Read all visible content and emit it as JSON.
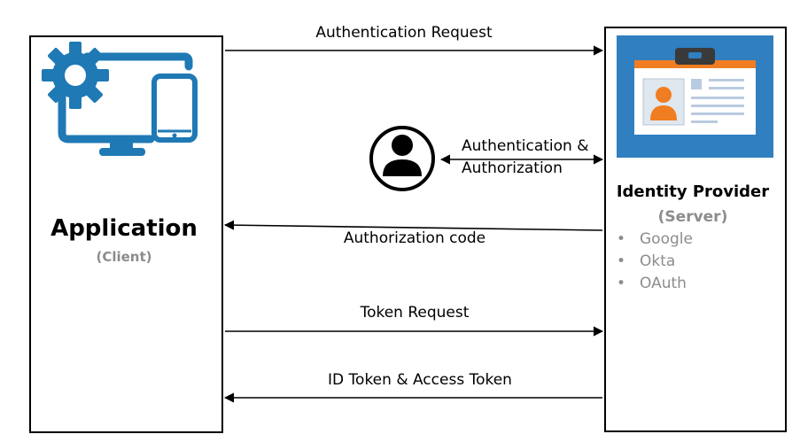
{
  "application": {
    "title": "Application",
    "subtitle": "(Client)"
  },
  "identity_provider": {
    "title": "Identity Provider",
    "subtitle": "(Server)",
    "providers": [
      "Google",
      "Okta",
      "OAuth"
    ]
  },
  "flows": {
    "auth_request": "Authentication Request",
    "user_auth_line1": "Authentication &",
    "user_auth_line2": "Authorization",
    "auth_code": "Authorization code",
    "token_request": "Token Request",
    "id_access_token": "ID Token & Access Token"
  },
  "icons": {
    "application": "gear-monitor-tablet-icon",
    "user": "user-circle-icon",
    "identity": "id-card-icon"
  },
  "colors": {
    "client_icon": "#1f79b4",
    "id_card_bg": "#2f7fc1",
    "id_card_accent": "#f07d21",
    "subtitle_gray": "#8c8c8c"
  }
}
